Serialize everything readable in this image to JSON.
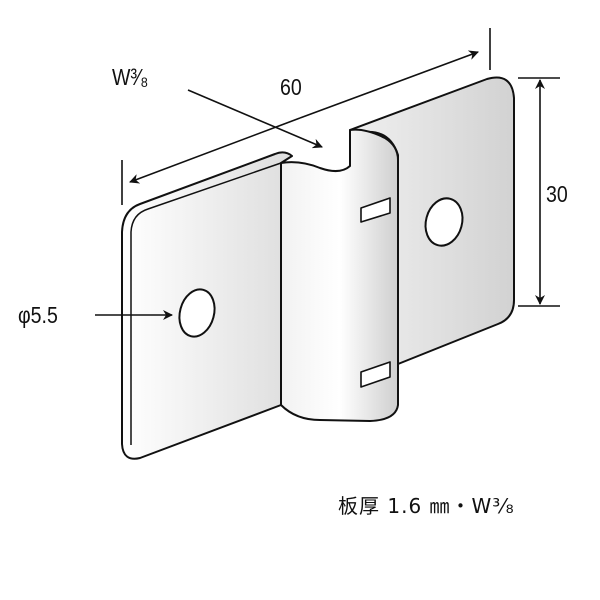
{
  "labels": {
    "width_dim": "60",
    "height_dim": "30",
    "hole_dim": "φ5.5",
    "pipe_size": "W³⁄₈"
  },
  "footer": {
    "spec": "板厚 1.6 ㎜・W³⁄₈"
  },
  "colors": {
    "line": "#111111",
    "face_light": "#ffffff",
    "face_shade": "#d8d8d8"
  }
}
